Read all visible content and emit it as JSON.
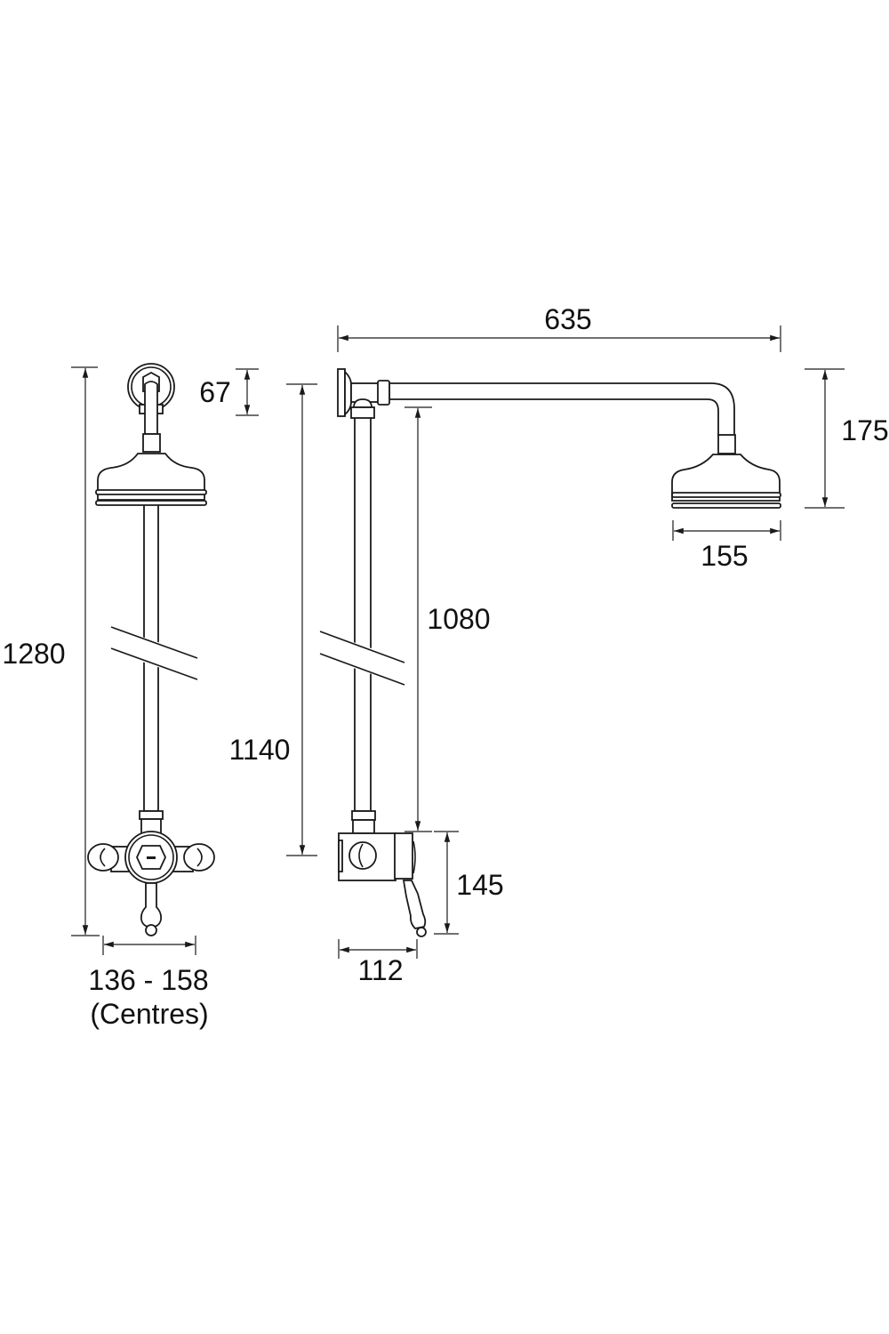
{
  "title": "Shower riser dimension drawing",
  "front_view": {
    "overall_height": "1280",
    "wall_plate_height": "67",
    "valve_centres": "136 - 158",
    "valve_centres_note": "(Centres)"
  },
  "side_view": {
    "arm_projection": "635",
    "head_height": "175",
    "head_diameter": "155",
    "riser_height": "1140",
    "rail_length": "1080",
    "valve_height": "145",
    "valve_depth": "112"
  },
  "colors": {
    "line": "#1a1a1a",
    "background": "#ffffff"
  }
}
